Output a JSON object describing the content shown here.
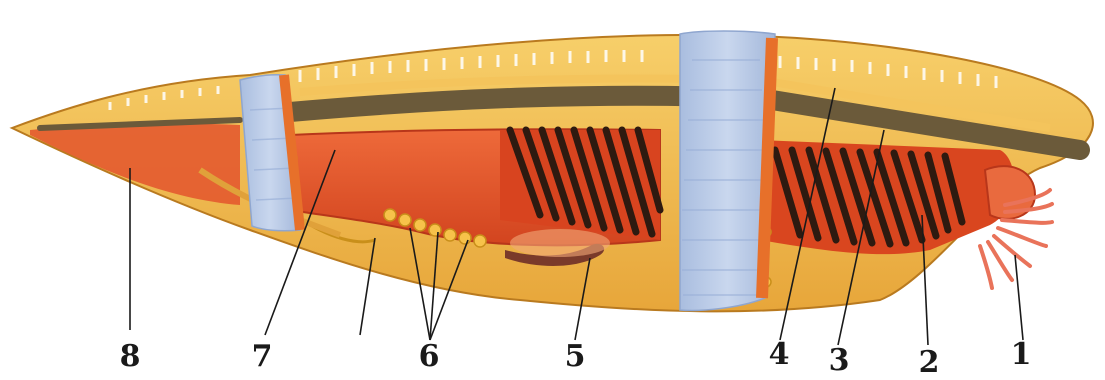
{
  "diagram": {
    "labels": [
      {
        "id": "1",
        "text": "1"
      },
      {
        "id": "2",
        "text": "2"
      },
      {
        "id": "3",
        "text": "3"
      },
      {
        "id": "4",
        "text": "4"
      },
      {
        "id": "5",
        "text": "5"
      },
      {
        "id": "6",
        "text": "6"
      },
      {
        "id": "7",
        "text": "7"
      },
      {
        "id": "8",
        "text": "8"
      }
    ],
    "colors": {
      "skin": "#f2bd4a",
      "skin_dark": "#e29a2c",
      "gut": "#e8542a",
      "gut_dark": "#c2361a",
      "band": "#b4c6e3",
      "notochord": "#6b5a3a",
      "gill": "#3a2418",
      "liver": "#7a3a2a",
      "gonad": "#f7c24a"
    }
  }
}
